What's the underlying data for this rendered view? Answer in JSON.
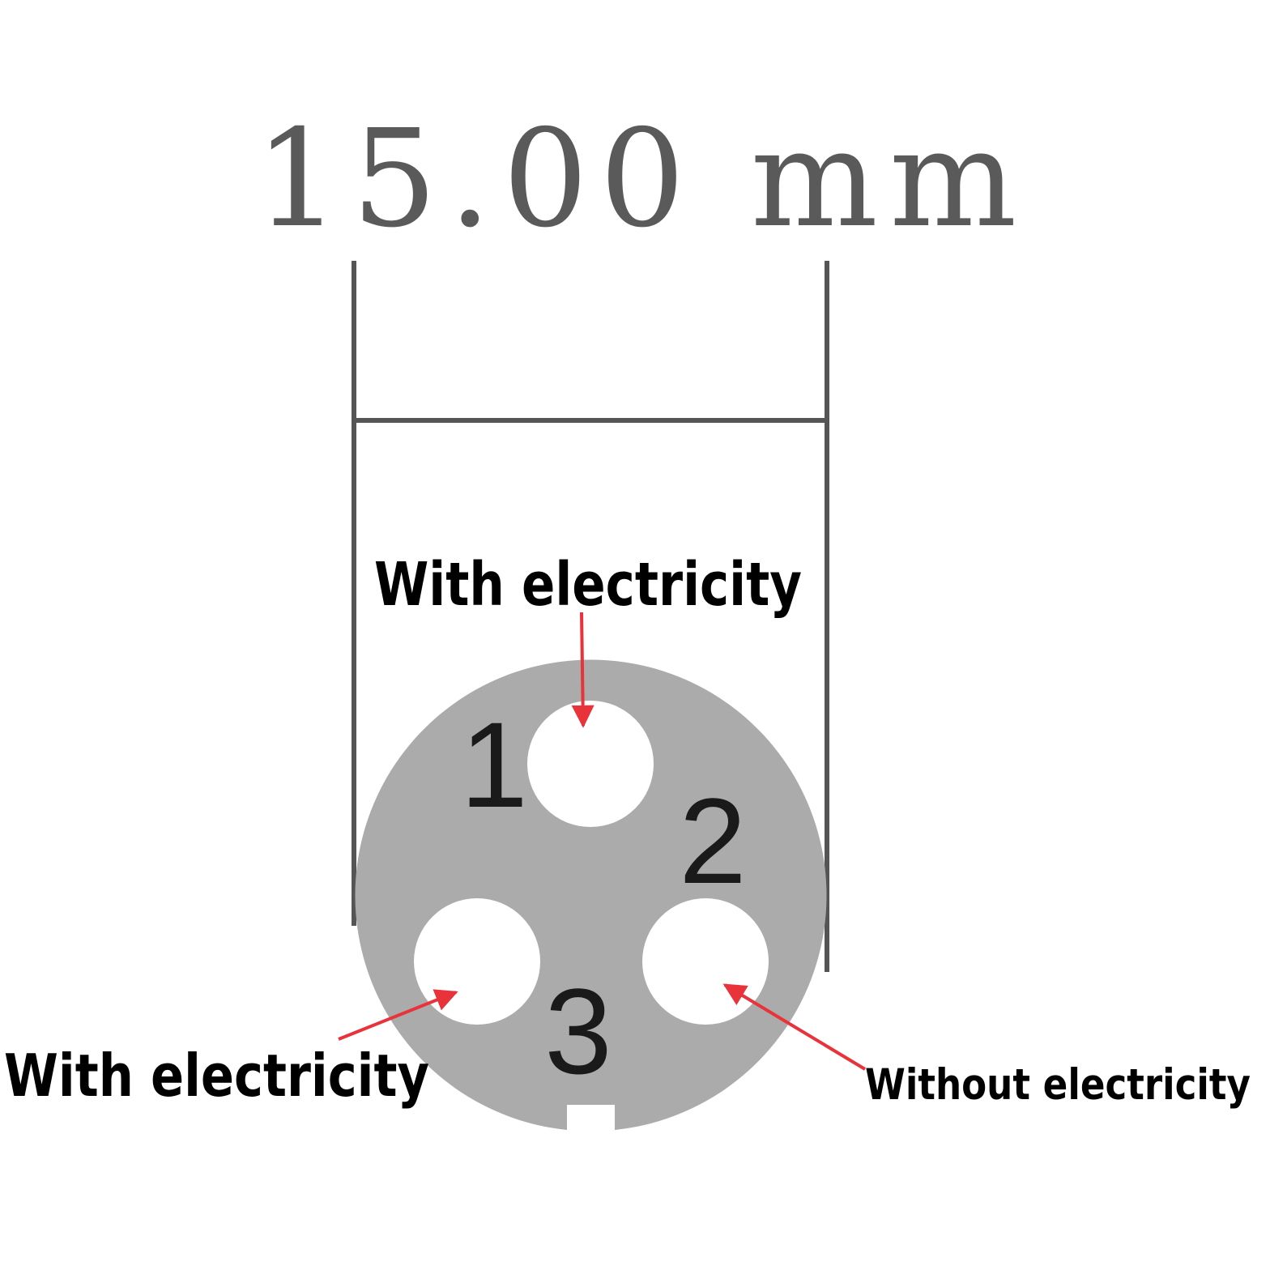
{
  "dimension": {
    "label": "15.00 mm"
  },
  "pins": [
    {
      "number": "1",
      "status": "With electricity"
    },
    {
      "number": "2",
      "status": "Without electricity"
    },
    {
      "number": "3",
      "status": "With electricity"
    }
  ],
  "callouts": {
    "top": "With electricity",
    "left": "With electricity",
    "right": "Without electricity"
  },
  "colors": {
    "background": "#ffffff",
    "dimension_line": "#555555",
    "dimension_text": "#5a5a5a",
    "connector_face": "#ababab",
    "pin_hole": "#ffffff",
    "pin_number": "#1a1a1a",
    "callout_text": "#000000",
    "arrow": "#e8333a"
  }
}
